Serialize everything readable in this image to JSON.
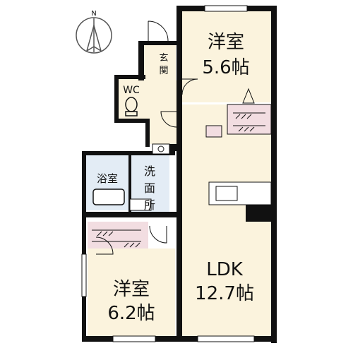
{
  "compass": {
    "north_label": "N"
  },
  "rooms": {
    "bedroom_north": {
      "name": "洋室",
      "size": "5.6帖"
    },
    "entrance": {
      "name": "玄関"
    },
    "wc": {
      "name": "WC"
    },
    "bath": {
      "name": "浴室"
    },
    "washroom": {
      "name": "洗面所"
    },
    "bedroom_south": {
      "name": "洋室",
      "size": "6.2帖"
    },
    "ldk": {
      "name": "LDK",
      "size": "12.7帖"
    }
  },
  "colors": {
    "wall": "#111111",
    "room_fill": "#fbf3dd",
    "wet_area_fill": "#e3ecf5",
    "storage_fill": "#f2dde1",
    "background": "#ffffff"
  }
}
